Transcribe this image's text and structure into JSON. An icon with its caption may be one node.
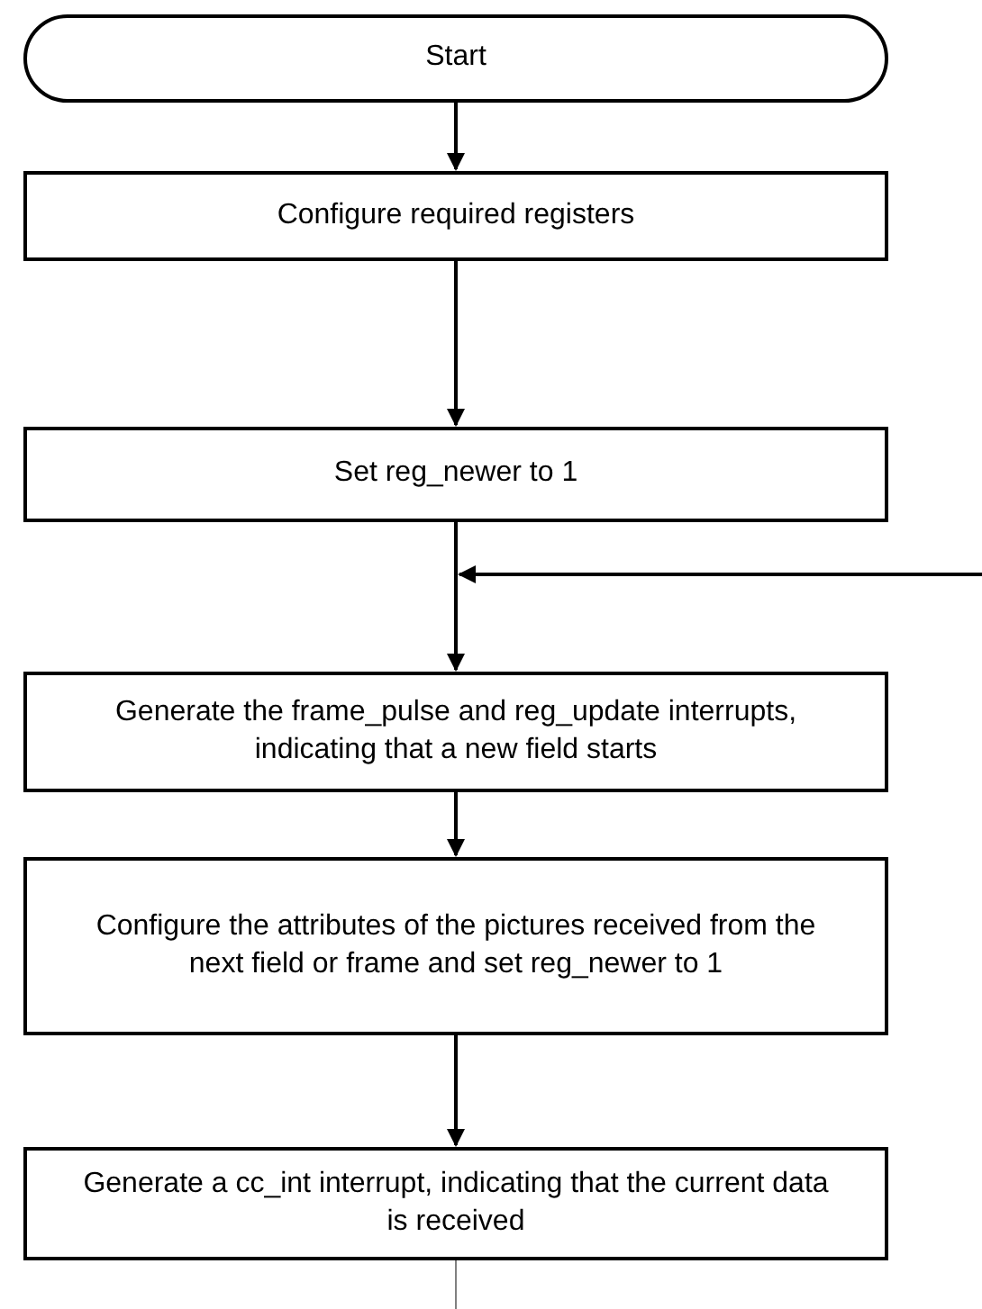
{
  "diagram": {
    "nodes": [
      {
        "text": [
          "Start"
        ]
      },
      {
        "text": [
          "Configure required registers"
        ]
      },
      {
        "text": [
          "Set reg_newer to 1"
        ]
      },
      {
        "text": [
          "Generate the frame_pulse and reg_update interrupts, indicating that a new field starts"
        ]
      },
      {
        "text": [
          "Configure the attributes of the pictures received from the next field or frame and set reg_newer to 1"
        ]
      },
      {
        "text": [
          "Generate a cc_int interrupt, indicating that the current data is received"
        ]
      }
    ],
    "edges": [
      {
        "from": 0,
        "to": 1,
        "arrow": "to"
      },
      {
        "from": 1,
        "to": 2,
        "arrow": "to"
      },
      {
        "from": 2,
        "to": 3,
        "arrow": "to"
      },
      {
        "from": null,
        "to": 3,
        "arrow": "to"
      },
      {
        "from": 3,
        "to": 4,
        "arrow": "to"
      },
      {
        "from": 4,
        "to": 5,
        "arrow": "to"
      },
      {
        "from": 5,
        "to": null,
        "arrow": "none",
        "color": "#808080"
      }
    ]
  }
}
